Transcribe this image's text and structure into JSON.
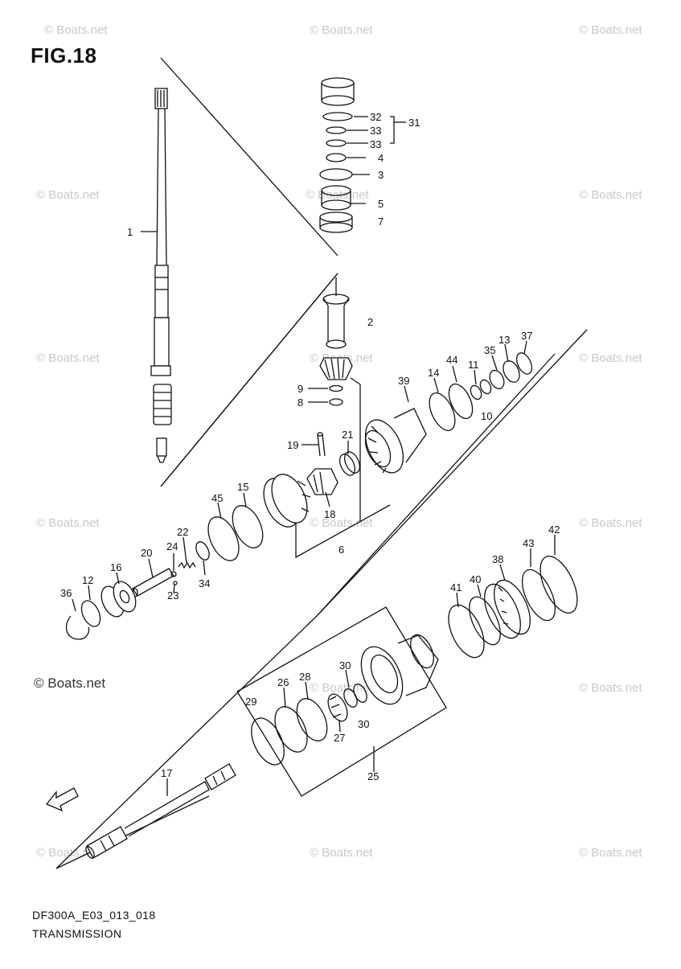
{
  "figure": {
    "title": "FIG.18",
    "code": "DF300A_E03_013_018",
    "caption": "TRANSMISSION"
  },
  "watermark": {
    "text": "© Boats.net",
    "color": "#c8c8c8"
  },
  "callouts": [
    {
      "id": "c1",
      "text": "1"
    },
    {
      "id": "c2",
      "text": "2"
    },
    {
      "id": "c3",
      "text": "3"
    },
    {
      "id": "c4",
      "text": "4"
    },
    {
      "id": "c5",
      "text": "5"
    },
    {
      "id": "c6",
      "text": "6"
    },
    {
      "id": "c7",
      "text": "7"
    },
    {
      "id": "c8",
      "text": "8"
    },
    {
      "id": "c9",
      "text": "9"
    },
    {
      "id": "c10",
      "text": "10"
    },
    {
      "id": "c11",
      "text": "11"
    },
    {
      "id": "c12",
      "text": "12"
    },
    {
      "id": "c13",
      "text": "13"
    },
    {
      "id": "c14",
      "text": "14"
    },
    {
      "id": "c15",
      "text": "15"
    },
    {
      "id": "c16",
      "text": "16"
    },
    {
      "id": "c17",
      "text": "17"
    },
    {
      "id": "c18",
      "text": "18"
    },
    {
      "id": "c19",
      "text": "19"
    },
    {
      "id": "c20",
      "text": "20"
    },
    {
      "id": "c21",
      "text": "21"
    },
    {
      "id": "c22",
      "text": "22"
    },
    {
      "id": "c23",
      "text": "23"
    },
    {
      "id": "c24",
      "text": "24"
    },
    {
      "id": "c25",
      "text": "25"
    },
    {
      "id": "c26",
      "text": "26"
    },
    {
      "id": "c27",
      "text": "27"
    },
    {
      "id": "c28",
      "text": "28"
    },
    {
      "id": "c29",
      "text": "29"
    },
    {
      "id": "c30a",
      "text": "30"
    },
    {
      "id": "c30b",
      "text": "30"
    },
    {
      "id": "c31",
      "text": "31"
    },
    {
      "id": "c32",
      "text": "32"
    },
    {
      "id": "c33a",
      "text": "33"
    },
    {
      "id": "c33b",
      "text": "33"
    },
    {
      "id": "c34",
      "text": "34"
    },
    {
      "id": "c35",
      "text": "35"
    },
    {
      "id": "c36",
      "text": "36"
    },
    {
      "id": "c37",
      "text": "37"
    },
    {
      "id": "c38",
      "text": "38"
    },
    {
      "id": "c39",
      "text": "39"
    },
    {
      "id": "c40",
      "text": "40"
    },
    {
      "id": "c41",
      "text": "41"
    },
    {
      "id": "c42",
      "text": "42"
    },
    {
      "id": "c43",
      "text": "43"
    },
    {
      "id": "c44",
      "text": "44"
    },
    {
      "id": "c45",
      "text": "45"
    }
  ],
  "fwd_arrow": {
    "icon": "fwd-arrow-icon",
    "text": "FWD"
  }
}
